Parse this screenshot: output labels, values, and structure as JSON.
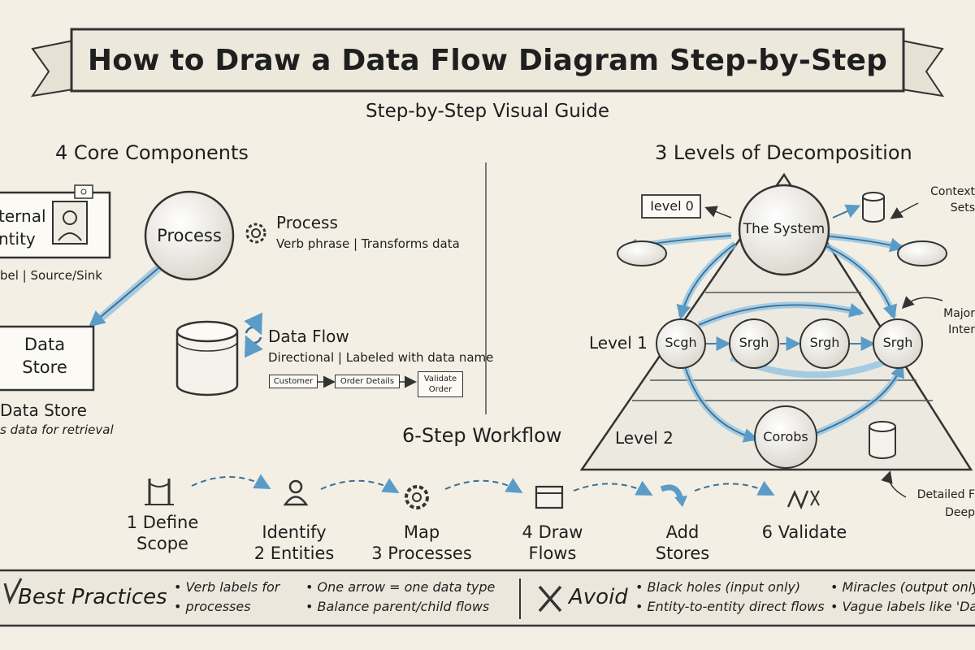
{
  "title": "How to Draw a Data Flow Diagram Step-by-Step",
  "subtitle": "Step-by-Step Visual Guide",
  "core": {
    "heading": "4 Core Components",
    "entity": {
      "box": "ternal\nntity",
      "caption": "bel | Source/Sink"
    },
    "process": {
      "node": "Process",
      "title": "Process",
      "desc": "Verb phrase | Transforms data"
    },
    "store": {
      "box": "Data\nStore",
      "title": "Data Store",
      "desc": "s data for retrieval"
    },
    "flow": {
      "title": "Data Flow",
      "desc": "Directional | Labeled with data name",
      "example": [
        "Customer",
        "Order Details",
        "Validate\nOrder"
      ]
    }
  },
  "levels": {
    "heading": "3 Levels of Decomposition",
    "level0_tag": "Ievel 0",
    "level1_label": "Level 1",
    "level2_label": "Level 2",
    "system": "The System",
    "subprocesses": [
      "Scgh",
      "Srgh",
      "Srgh",
      "Srgh"
    ],
    "detail": "Corobs",
    "notes": [
      "Context\nSets",
      "Major\nInter",
      "Detailed F\nDeep"
    ]
  },
  "workflow": {
    "heading": "6-Step Workflow",
    "steps": [
      {
        "label": "1 Define\nScope",
        "icon": "fence-icon"
      },
      {
        "label": "Identify\n2 Entities",
        "icon": "person-icon"
      },
      {
        "label": "Map\n3 Processes",
        "icon": "gear-icon"
      },
      {
        "label": "4 Draw\nFlows",
        "icon": "box-icon"
      },
      {
        "label": "Add\nStores",
        "icon": "arrow-icon"
      },
      {
        "label": "6 Validate",
        "icon": "check-wave-icon"
      }
    ]
  },
  "footer": {
    "best_heading": "Best Practices",
    "best_items": [
      "Verb labels for",
      "processes",
      "One arrow = one data type",
      "Balance parent/child flows"
    ],
    "avoid_heading": "Avoid",
    "avoid_items": [
      "Black holes (input only)",
      "Entity-to-entity direct flows",
      "Miracles (output only",
      "Vague labels like 'Dat"
    ]
  }
}
